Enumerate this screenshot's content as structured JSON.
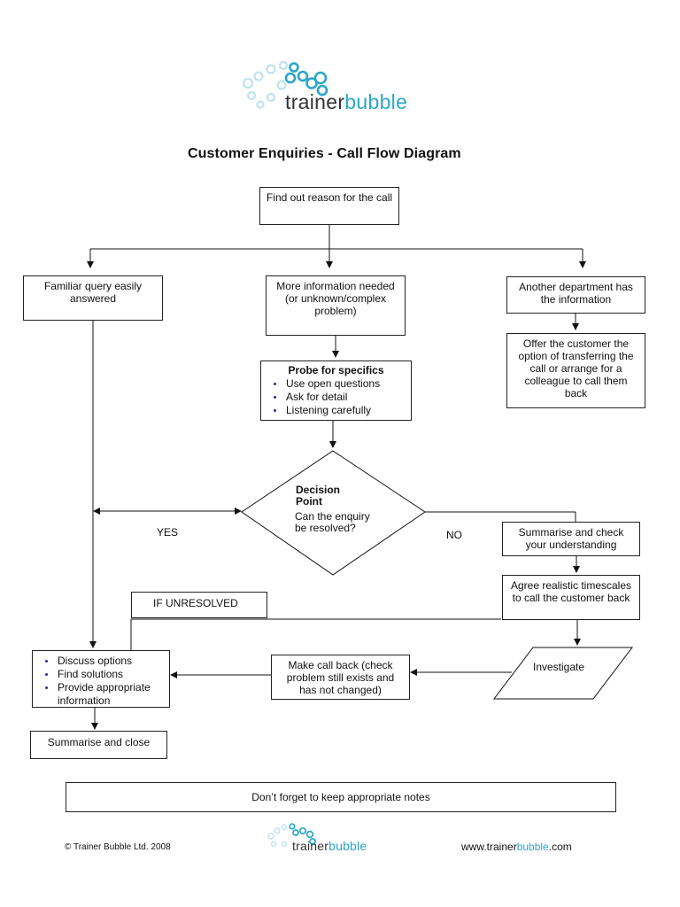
{
  "header": {
    "logo_text_a": "trainer",
    "logo_text_b": "bubble",
    "title": "Customer Enquiries - Call Flow Diagram"
  },
  "nodes": {
    "find_reason": "Find out reason for the call",
    "familiar_query": "Familiar query easily answered",
    "more_info": "More information needed (or unknown/complex problem)",
    "another_dept": "Another department has the information",
    "offer_transfer": "Offer the customer the option of transferring the call or arrange for a colleague to call them back",
    "probe_title": "Probe for specifics",
    "probe_items": [
      "Use open questions",
      "Ask for detail",
      "Listening carefully"
    ],
    "decision_title": "Decision Point",
    "decision_question": "Can the enquiry be resolved?",
    "summarise_check": "Summarise and check your understanding",
    "agree_timescales": "Agree realistic timescales to call the customer back",
    "investigate": "Investigate",
    "make_callback": "Make call back (check problem still exists and has not changed)",
    "discuss_items": [
      "Discuss options",
      "Find solutions",
      "Provide appropriate information"
    ],
    "summarise_close": "Summarise and close",
    "notes": "Don’t forget to keep appropriate notes"
  },
  "labels": {
    "yes": "YES",
    "no": "NO",
    "if_unresolved": "IF UNRESOLVED"
  },
  "footer": {
    "copyright": "© Trainer Bubble Ltd. 2008",
    "logo_text_a": "trainer",
    "logo_text_b": "bubble",
    "url_a": "www.trainer",
    "url_b": "bubble",
    "url_c": ".com"
  },
  "colors": {
    "accent": "#2aa7c9",
    "logo_dark": "#333333",
    "bubble_light": "#bfe3ee"
  }
}
